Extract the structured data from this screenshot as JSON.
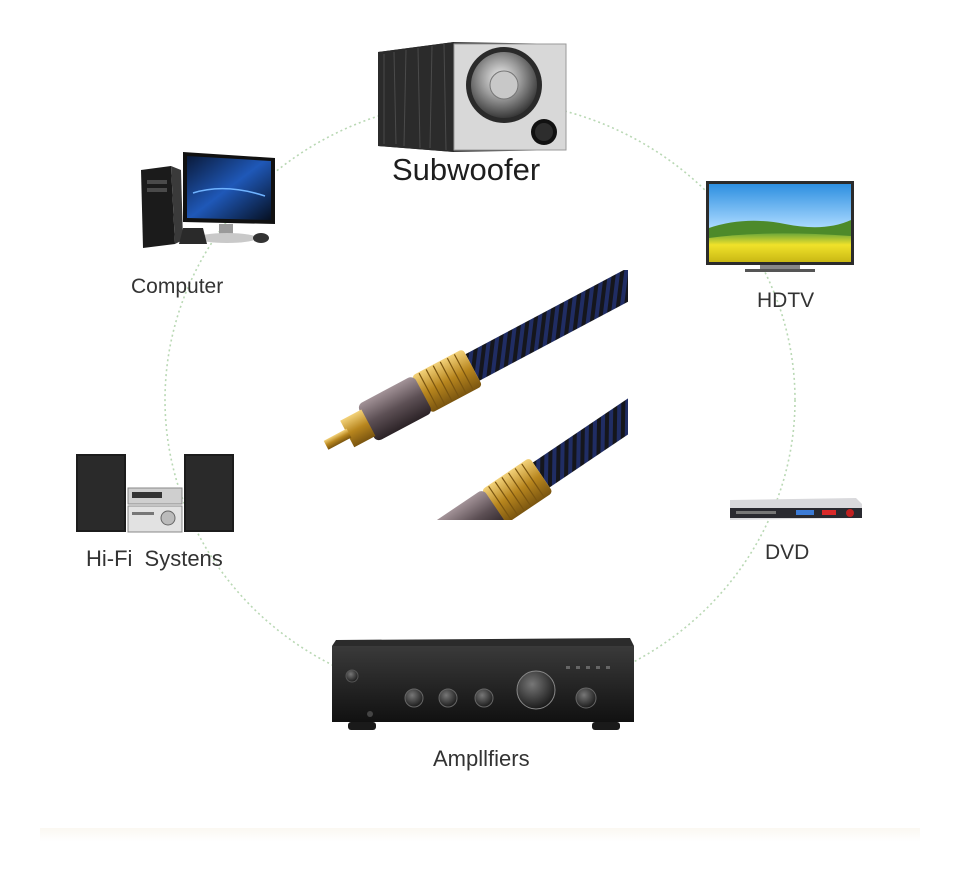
{
  "devices": {
    "subwoofer": {
      "label": "Subwoofer"
    },
    "computer": {
      "label": "Computer"
    },
    "hdtv": {
      "label": "HDTV"
    },
    "hifi": {
      "label": "Hi-Fi Systens"
    },
    "dvd": {
      "label": "DVD"
    },
    "amplifier": {
      "label": "Ampllfiers"
    }
  },
  "center_item": {
    "icon": "rca-cable"
  },
  "colors": {
    "ring": "#b9d8b4",
    "cable_jacket": "#15161c",
    "cable_weave": "#2a3f9e",
    "connector_gold": "#c9a13a",
    "connector_body": "#6b5f63"
  }
}
